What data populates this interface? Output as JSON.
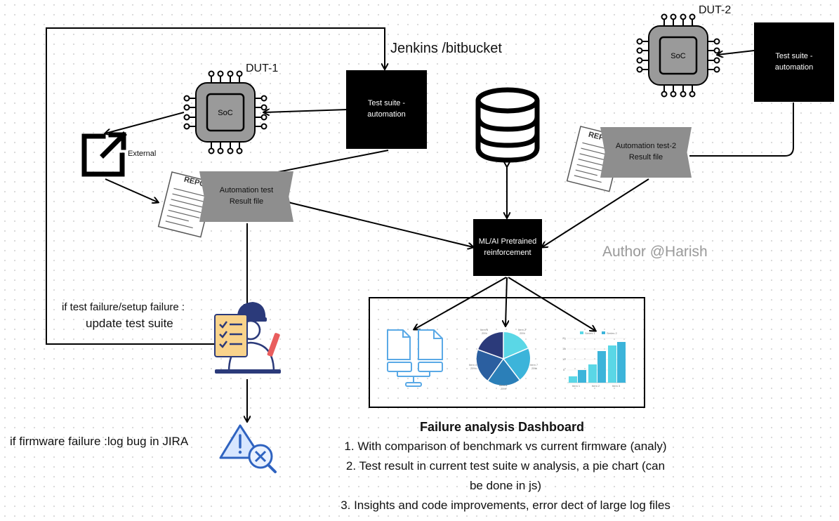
{
  "labels": {
    "jenkins": "Jenkins /bitbucket",
    "dut1": "DUT-1",
    "dut2": "DUT-2",
    "external": "External",
    "author": "Author @Harish",
    "setup_failure_line1": "if test failure/setup failure :",
    "setup_failure_line2": "update test suite",
    "firmware_failure": "if firmware failure :log bug in JIRA"
  },
  "chips": {
    "soc1": "SoC",
    "soc2": "SoC"
  },
  "boxes": {
    "test_suite_1": "Test suite -\nautomation",
    "test_suite_2": "Test suite -\nautomation",
    "ml": "ML/AI Pretrained\nreinforcement"
  },
  "ribbons": {
    "result_1": "Automation test\nResult file",
    "result_2": "Automation test-2\nResult file"
  },
  "reports": {
    "report_1": "REPORT",
    "report_2": "REPORT"
  },
  "pie_labels": {
    "s1": "Item 6",
    "s1v": "25%",
    "s2": "Item 2",
    "s2v": "25%",
    "s3": "Item 4",
    "s3v": "25%",
    "s4": "Item 3",
    "s4v": "25%",
    "s5": "Item 7",
    "s5v": "25%"
  },
  "bar_labels": {
    "legend1": "Series 1",
    "legend2": "Series 2",
    "y1": "20",
    "y2": "15",
    "y3": "10",
    "y4": "5",
    "x1": "Item 1",
    "x2": "Item 2",
    "x3": "Item 3"
  },
  "dashboard": {
    "title": "Failure analysis Dashboard",
    "line1": "1. With comparison of benchmark vs current firmware (analy)",
    "line2": "2.  Test result in current test suite w analysis, a pie chart (can",
    "line3": "be done in js)",
    "line4": "3. Insights and code improvements, error dect of large log files"
  },
  "colors": {
    "accent_blue": "#5aa9e6",
    "pie_cyan": "#5ad7e6",
    "pie_navy": "#2b3a7a",
    "report_gray": "#8e8e8e",
    "chip_gray": "#9a9a9a"
  }
}
